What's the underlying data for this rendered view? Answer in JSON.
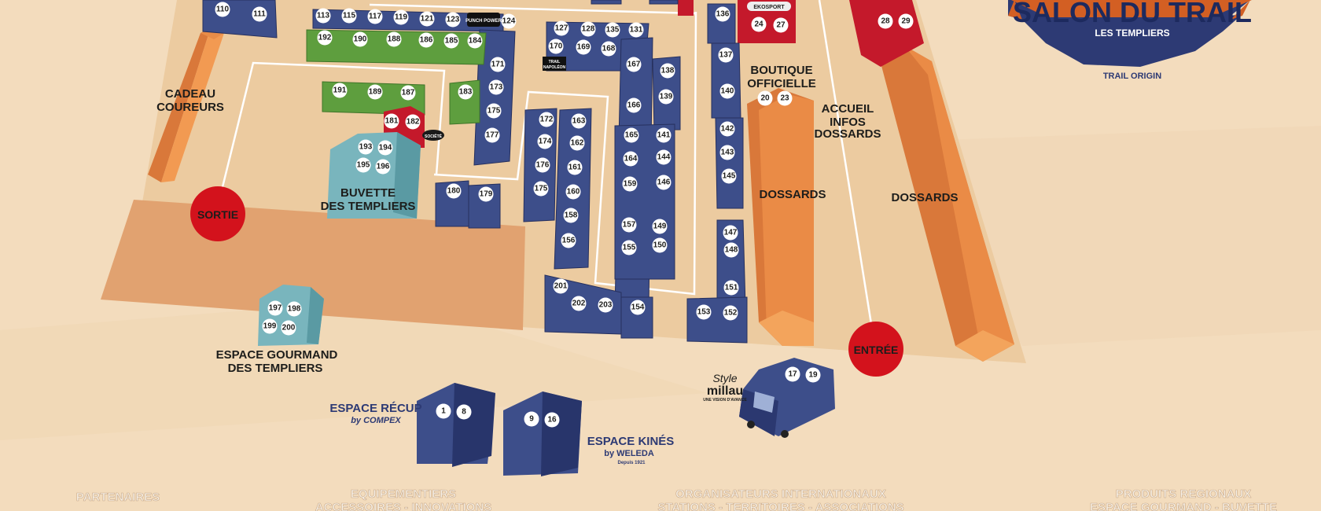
{
  "logo": {
    "title": "SALON DU TRAIL",
    "subtitle": "LES TEMPLIERS",
    "tagline": "TRAIL ORIGIN"
  },
  "areas": {
    "cadeau": [
      "CADEAU",
      "COUREURS"
    ],
    "sortie": "SORTIE",
    "entree": "ENTRÉE",
    "buvette": [
      "BUVETTE",
      "DES TEMPLIERS"
    ],
    "espace_gourmand": [
      "ESPACE GOURMAND",
      "DES TEMPLIERS"
    ],
    "boutique": [
      "BOUTIQUE",
      "OFFICIELLE"
    ],
    "accueil": [
      "ACCUEIL",
      "INFOS",
      "DOSSARDS"
    ],
    "dossards_1": "DOSSARDS",
    "dossards_2": "DOSSARDS",
    "espace_recup": "ESPACE RÉCUP",
    "espace_kines": "ESPACE KINÉS"
  },
  "sponsors": {
    "compex": "by COMPEX",
    "weleda": "by WELEDA",
    "weleda_note": "Depuis 1921",
    "style_millau": [
      "Style",
      "millau"
    ],
    "style_millau_tag": "UNE VISION D'AVANCE",
    "punch_power": "PUNCH POWER",
    "trail_napoleon": [
      "TRAIL",
      "NAPOLÉON"
    ],
    "sociëte": "SOCIËTÉ",
    "ekosport": "EKOSPORT"
  },
  "legend": [
    "PARTENAIRES",
    "EQUIPEMENTIERS",
    "ACCESSOIRES - INNOVATIONS",
    "ORGANISATEURS INTERNATIONAUX",
    "STATIONS - TERRITOIRES - ASSOCIATIONS",
    "PRODUITS REGIONAUX",
    "ESPACE GOURMAND - BUVETTE"
  ],
  "stands": [
    "110",
    "111",
    "113",
    "115",
    "117",
    "119",
    "121",
    "123",
    "124",
    "192",
    "190",
    "188",
    "186",
    "185",
    "184",
    "191",
    "189",
    "187",
    "183",
    "181",
    "182",
    "193",
    "194",
    "195",
    "196",
    "171",
    "173",
    "175",
    "177",
    "127",
    "128",
    "135",
    "131",
    "170",
    "169",
    "168",
    "172",
    "163",
    "174",
    "162",
    "176",
    "161",
    "175",
    "160",
    "158",
    "156",
    "167",
    "166",
    "136",
    "137",
    "140",
    "138",
    "139",
    "165",
    "141",
    "164",
    "144",
    "159",
    "146",
    "157",
    "149",
    "155",
    "150",
    "142",
    "143",
    "145",
    "147",
    "148",
    "151",
    "152",
    "153",
    "180",
    "179",
    "201",
    "202",
    "203",
    "154",
    "24",
    "27",
    "20",
    "23",
    "28",
    "29",
    "197",
    "198",
    "199",
    "200",
    "1",
    "8",
    "9",
    "16",
    "17",
    "19"
  ]
}
